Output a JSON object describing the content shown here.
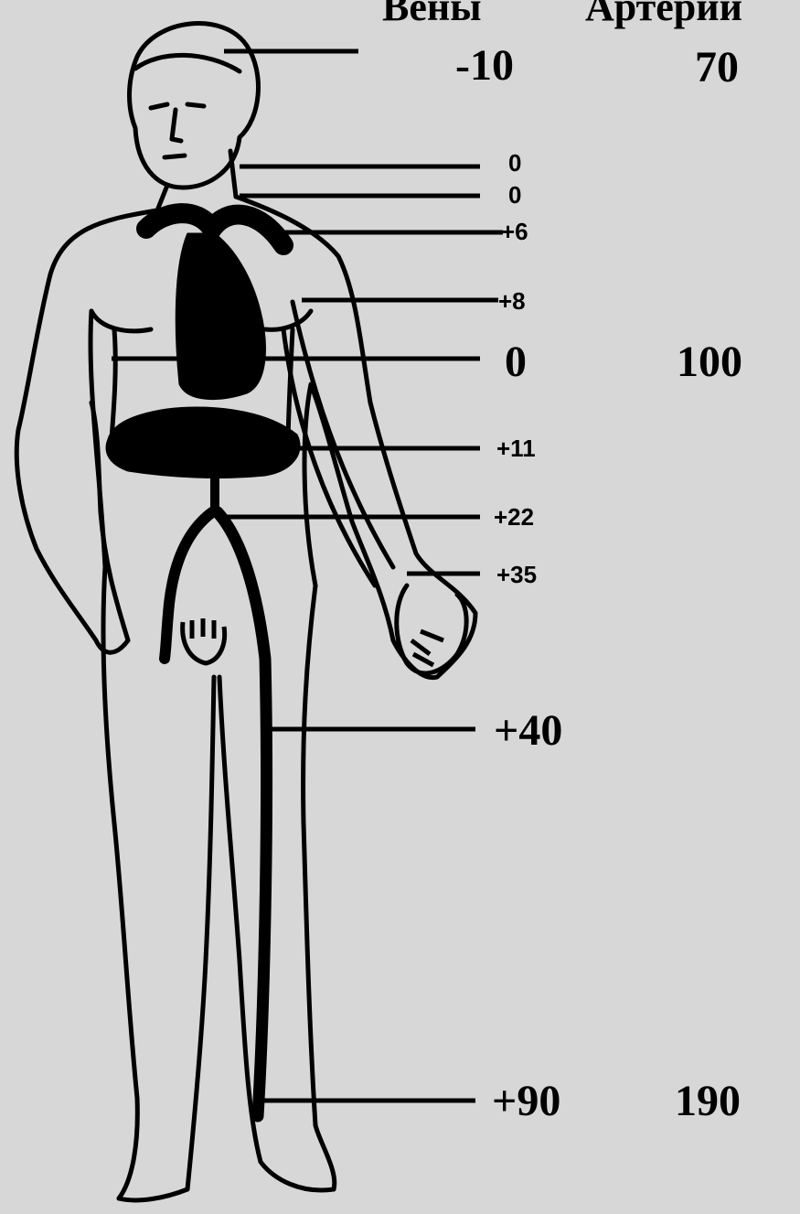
{
  "header": {
    "veins": "Вены",
    "arteries": "Артерии"
  },
  "markers": [
    {
      "id": "head",
      "vein": "-10",
      "artery": "70"
    },
    {
      "id": "neck-upper",
      "vein": "0"
    },
    {
      "id": "neck-lower",
      "vein": "0"
    },
    {
      "id": "shoulder",
      "vein": "+6"
    },
    {
      "id": "upper-arm",
      "vein": "+8"
    },
    {
      "id": "heart",
      "vein": "0",
      "artery": "100"
    },
    {
      "id": "upper-abdomen",
      "vein": "+11"
    },
    {
      "id": "lower-abdomen",
      "vein": "+22"
    },
    {
      "id": "wrist",
      "vein": "+35"
    },
    {
      "id": "thigh",
      "vein": "+40"
    },
    {
      "id": "ankle",
      "vein": "+90",
      "artery": "190"
    }
  ],
  "colors": {
    "background": "#d7d7d7",
    "ink": "#000000"
  }
}
